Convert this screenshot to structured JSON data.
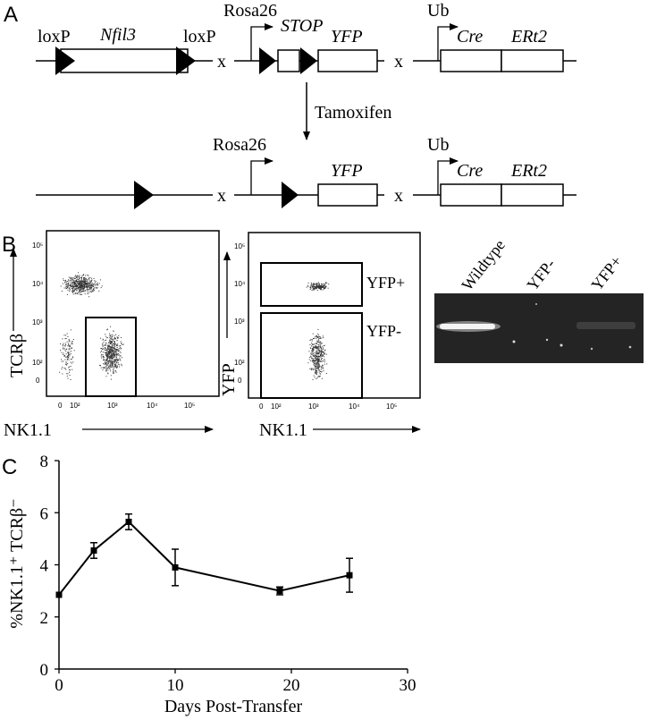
{
  "panel_a": {
    "label": "A",
    "loxp_left": "loxP",
    "nfil3": "Nfil3",
    "loxp_right": "loxP",
    "rosa26_top": "Rosa26",
    "stop": "STOP",
    "yfp_top": "YFP",
    "ub_top": "Ub",
    "cre_top": "Cre",
    "ert2_top": "ERt2",
    "x1": "x",
    "x2": "x",
    "tamoxifen": "Tamoxifen",
    "rosa26_bottom": "Rosa26",
    "yfp_bottom": "YFP",
    "ub_bottom": "Ub",
    "cre_bottom": "Cre",
    "ert2_bottom": "ERt2",
    "x3": "x",
    "x4": "x"
  },
  "panel_b": {
    "label": "B",
    "plot1": {
      "ylabel": "TCRβ",
      "xlabel": "NK1.1",
      "yticks": [
        "10⁵",
        "10⁴",
        "10³",
        "10²",
        "0"
      ],
      "xticks": [
        "0",
        "10²",
        "10³",
        "10⁴",
        "10⁵"
      ]
    },
    "plot2": {
      "ylabel": "YFP",
      "xlabel": "NK1.1",
      "yticks": [
        "10⁵",
        "10⁴",
        "10³",
        "10²",
        "0"
      ],
      "xticks": [
        "0",
        "10²",
        "10³",
        "10⁴",
        "10⁵"
      ],
      "gate_top": "YFP+",
      "gate_bottom": "YFP-"
    },
    "gel": {
      "lanes": [
        "Wildtype",
        "YFP-",
        "YFP+"
      ]
    }
  },
  "panel_c": {
    "label": "C",
    "colors": {
      "line": "#000000"
    }
  },
  "chart_data": {
    "type": "line",
    "xlabel": "Days Post-Transfer",
    "ylabel": "%NK1.1⁺ TCRβ⁻",
    "x": [
      0,
      3,
      6,
      10,
      19,
      25
    ],
    "series": [
      {
        "values": [
          2.85,
          4.55,
          5.65,
          3.9,
          3.0,
          3.6
        ],
        "errors": [
          0.0,
          0.3,
          0.3,
          0.7,
          0.15,
          0.65
        ]
      }
    ],
    "xlim": [
      0,
      30
    ],
    "ylim": [
      0,
      8
    ],
    "xticks": [
      0,
      10,
      20,
      30
    ],
    "yticks": [
      0,
      2,
      4,
      6,
      8
    ],
    "grid": false
  }
}
